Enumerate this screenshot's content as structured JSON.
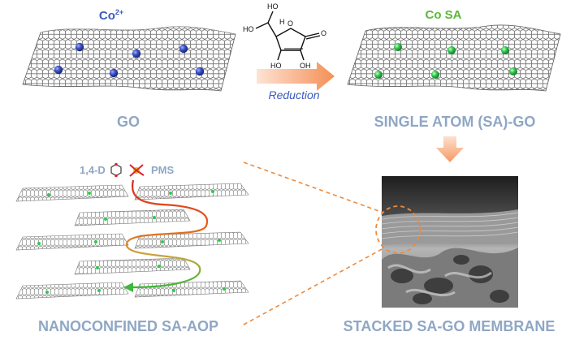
{
  "labels": {
    "co_ion": "Co",
    "co_charge": "2+",
    "co_sa": "Co SA",
    "reduction": "Reduction",
    "go": "GO",
    "single_atom_go": "SINGLE ATOM (SA)-GO",
    "dioxane": "1,4-D",
    "pms": "PMS",
    "nanoconfined": "NANOCONFINED SA-AOP",
    "stacked_membrane": "STACKED SA-GO MEMBRANE"
  },
  "molecule_labels": {
    "ho_top": "HO",
    "h_top": "H",
    "ho_left": "HO",
    "ho_bottom_left": "HO",
    "oh_bottom_right": "OH",
    "o_ring": "O",
    "o_carbonyl": "O"
  },
  "colors": {
    "co_ion_label": "#3a5bbf",
    "co_sa_label": "#5bb83a",
    "section_label": "#8fa7c4",
    "reduction_text": "#3a5bbf",
    "arrow_orange": "#f7a072",
    "dashed_orange": "#ee8a3c",
    "cobalt_ion": "#3a4fc4",
    "single_atom": "#2fc94a",
    "sheet_gray": "#8a8a8a",
    "path_start": "#d62a1e",
    "path_end": "#3db83a"
  }
}
